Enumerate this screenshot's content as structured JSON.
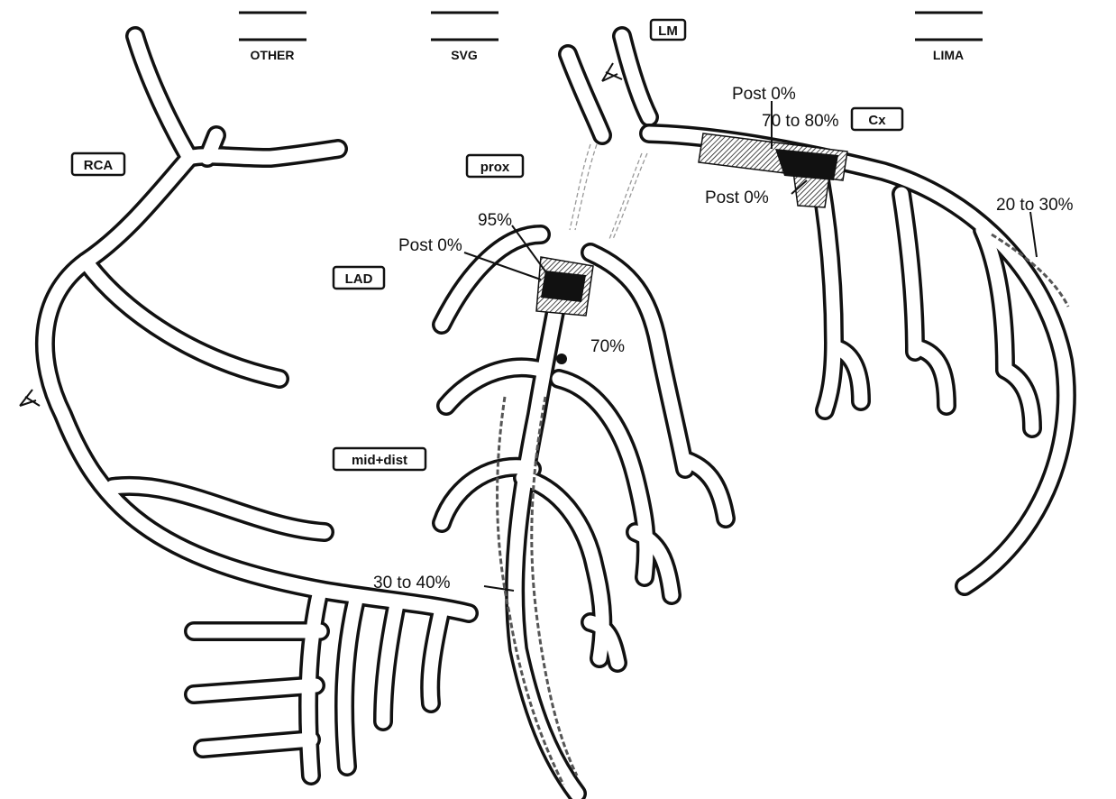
{
  "graft_legend": [
    {
      "key": "other",
      "label": "OTHER"
    },
    {
      "key": "svg",
      "label": "SVG"
    },
    {
      "key": "lima",
      "label": "LIMA"
    }
  ],
  "segments": {
    "lm": "LM",
    "cx": "Cx",
    "rca": "RCA",
    "prox": "prox",
    "lad": "LAD",
    "mid_dist": "mid+dist"
  },
  "lesions": {
    "cx_post_top": "Post 0%",
    "cx_stenosis": "70 to 80%",
    "cx_post_bottom": "Post 0%",
    "cx_distal": "20 to 30%",
    "lad_stenosis": "95%",
    "lad_post": "Post 0%",
    "diag_stenosis": "70%",
    "lad_mid": "30 to 40%"
  }
}
